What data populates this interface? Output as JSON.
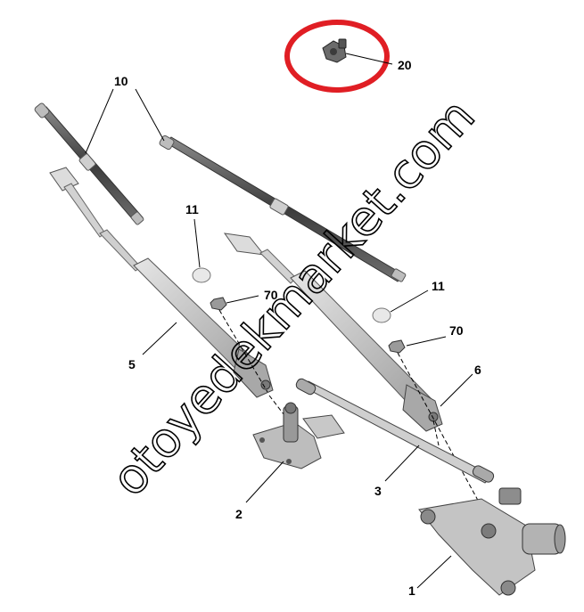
{
  "callouts": {
    "c1": "1",
    "c2": "2",
    "c3": "3",
    "c5": "5",
    "c6": "6",
    "c10": "10",
    "c11a": "11",
    "c11b": "11",
    "c20": "20",
    "c70a": "70",
    "c70b": "70"
  },
  "watermark": "otoyedekmarket.com",
  "colors": {
    "highlight_circle": "#e01e24",
    "part_fill": "#c9c9c9",
    "part_dark": "#5a5a5a",
    "line": "#000000"
  }
}
